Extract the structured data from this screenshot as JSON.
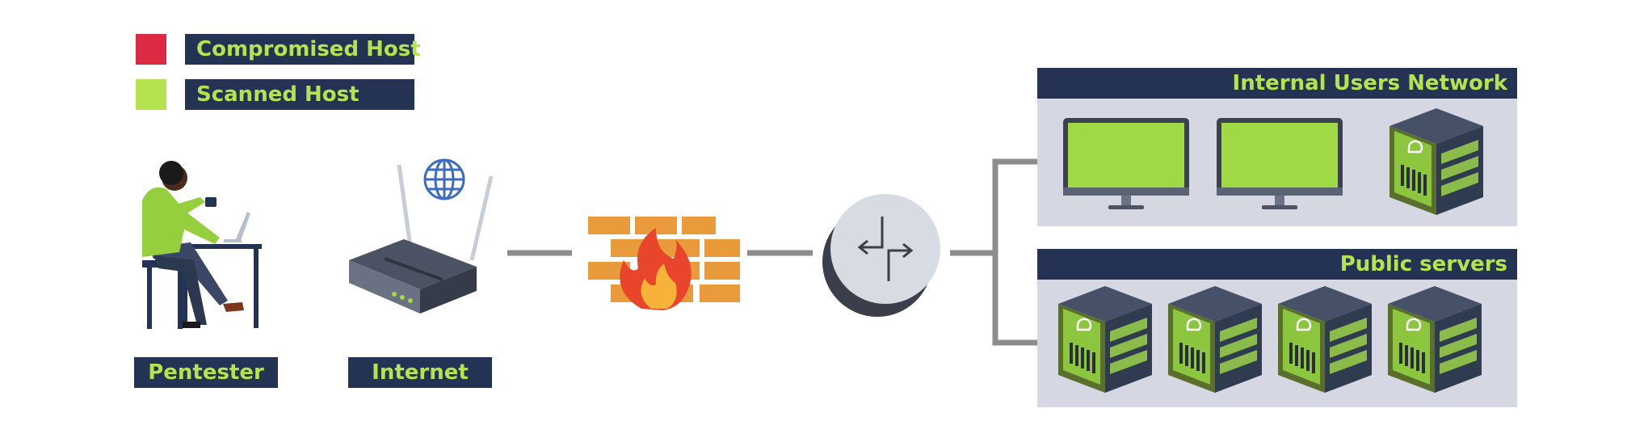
{
  "legend": {
    "compromised": {
      "label": "Compromised Host",
      "color": "#dc2a43"
    },
    "scanned": {
      "label": "Scanned Host",
      "color": "#b5e34f"
    }
  },
  "nodes": {
    "pentester": {
      "label": "Pentester",
      "icon": "person-laptop-icon"
    },
    "internet": {
      "label": "Internet",
      "icon": "router-icon"
    },
    "firewall": {
      "icon": "firewall-icon"
    },
    "router": {
      "icon": "network-router-icon"
    }
  },
  "networks": {
    "internal": {
      "title": "Internal Users Network",
      "hosts": [
        "monitor-icon",
        "monitor-icon",
        "server-icon"
      ]
    },
    "public": {
      "title": "Public servers",
      "hosts": [
        "server-icon",
        "server-icon",
        "server-icon",
        "server-icon"
      ]
    }
  },
  "colors": {
    "label_bg": "#243253",
    "label_text": "#b5e34f",
    "panel_bg": "#d5d8e2",
    "link": "#8c8c8c"
  }
}
